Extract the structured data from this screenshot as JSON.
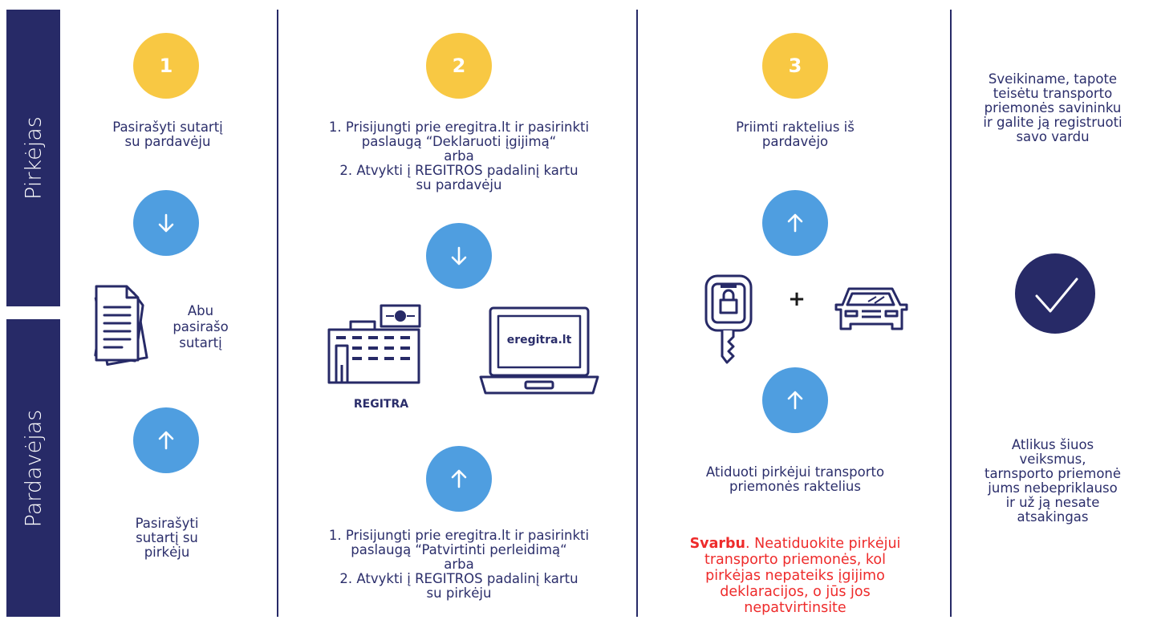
{
  "sidebar": {
    "buyer_label": "Pirkėjas",
    "seller_label": "Pardavėjas"
  },
  "colors": {
    "navy": "#272a67",
    "yellow": "#f8c843",
    "blue": "#4f9ee0",
    "warning_red": "#ee2b2b"
  },
  "steps": [
    {
      "number": "1",
      "buyer_lines": [
        "Pasirašyti sutartį",
        "su pardavėju"
      ],
      "middle_lines": [
        "Abu",
        "pasirašo",
        "sutartį"
      ],
      "seller_lines": [
        "Pasirašyti",
        "sutartį su",
        "pirkėju"
      ],
      "icons": [
        "down-arrow-icon",
        "documents-icon",
        "up-arrow-icon"
      ]
    },
    {
      "number": "2",
      "buyer_lines": [
        "1. Prisijungti prie eregitra.lt ir pasirinkti",
        "paslaugą “Deklaruoti įgijimą“",
        "arba",
        "2. Atvykti į REGITROS padalinį kartu",
        "su pardavėju"
      ],
      "regitra_label": "REGITRA",
      "laptop_text": "eregitra.lt",
      "seller_lines": [
        "1. Prisijungti prie eregitra.lt ir pasirinkti",
        "paslaugą “Patvirtinti perleidimą“",
        "arba",
        "2. Atvykti į REGITROS padalinį kartu",
        "su pirkėju"
      ],
      "icons": [
        "down-arrow-icon",
        "building-icon",
        "laptop-icon",
        "up-arrow-icon"
      ]
    },
    {
      "number": "3",
      "buyer_lines": [
        "Priimti raktelius iš",
        "pardavėjo"
      ],
      "plus": "+",
      "seller_lines": [
        "Atiduoti pirkėjui transporto",
        "priemonės  raktelius"
      ],
      "warning_bold": "Svarbu",
      "warning_lines": [
        ". Neatiduokite pirkėjui",
        "transporto priemonės, kol",
        "pirkėjas nepateiks įgijimo",
        "deklaracijos, o jūs jos",
        "nepatvirtinsite"
      ],
      "icons": [
        "up-arrow-icon",
        "car-key-icon",
        "car-icon",
        "up-arrow-icon"
      ]
    }
  ],
  "result": {
    "buyer_lines": [
      "Sveikiname, tapote",
      "teisėtu transporto",
      "priemonės  savininku",
      "ir galite ją registruoti",
      "savo vardu"
    ],
    "seller_lines": [
      "Atlikus šiuos",
      "veiksmus,",
      "tarnsporto priemonė",
      "jums nebepriklauso",
      "ir už ją nesate",
      "atsakingas"
    ],
    "icon": "checkmark-icon"
  }
}
